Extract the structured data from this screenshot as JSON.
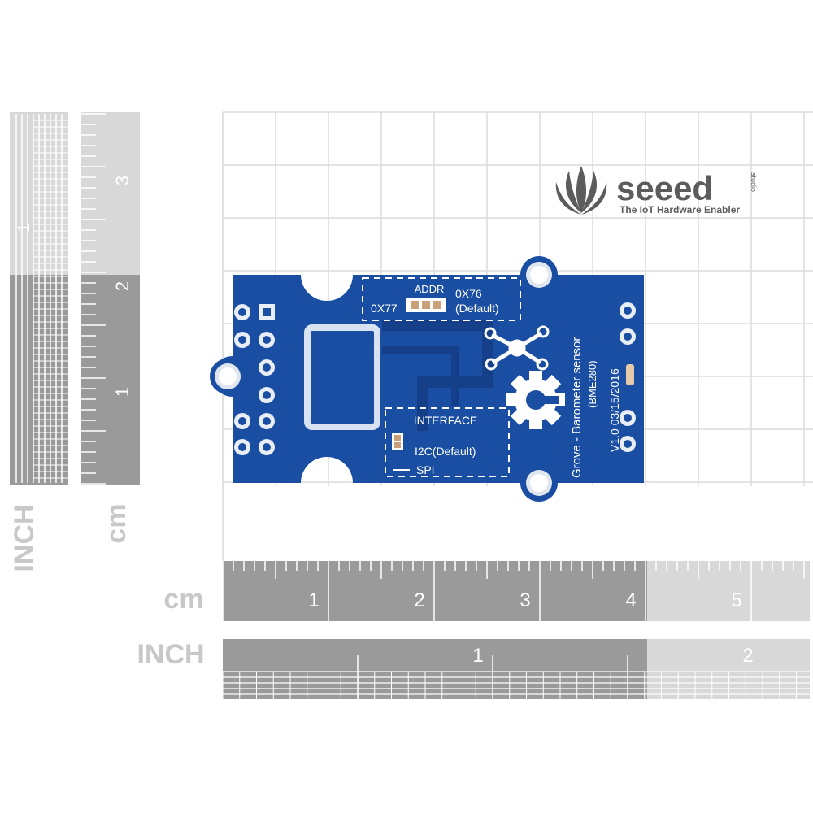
{
  "logo": {
    "brand": "seeed",
    "sub": "studio",
    "tagline": "The IoT Hardware Enabler"
  },
  "vertical_ruler": {
    "unit_inch": "INCH",
    "unit_cm": "cm",
    "inch_labels": [
      "1"
    ],
    "cm_labels": [
      "3",
      "2",
      "1"
    ]
  },
  "horizontal_ruler": {
    "unit_cm": "cm",
    "unit_inch": "INCH",
    "cm_labels": [
      "1",
      "2",
      "3",
      "4",
      "5"
    ],
    "inch_labels": [
      "1",
      "2"
    ]
  },
  "board": {
    "addr_title": "ADDR",
    "addr_left": "0X77",
    "addr_right": "0X76",
    "addr_default": "(Default)",
    "interface_title": "INTERFACE",
    "i2c_label": "I2C(Default)",
    "spi_label": "SPI",
    "name_line1": "Grove - Barometer sensor",
    "name_line2": "(BME280)",
    "version": "V1.0 03/15/2016"
  },
  "colors": {
    "pcb": "#1a4ea3",
    "pcb_dark": "#153f88",
    "silkscreen": "#ffffff",
    "grid": "#dcdcdc",
    "ruler_dark": "#9a9a9a",
    "ruler_light": "#d8d8d8",
    "logo_gray": "#5c5c5c"
  }
}
